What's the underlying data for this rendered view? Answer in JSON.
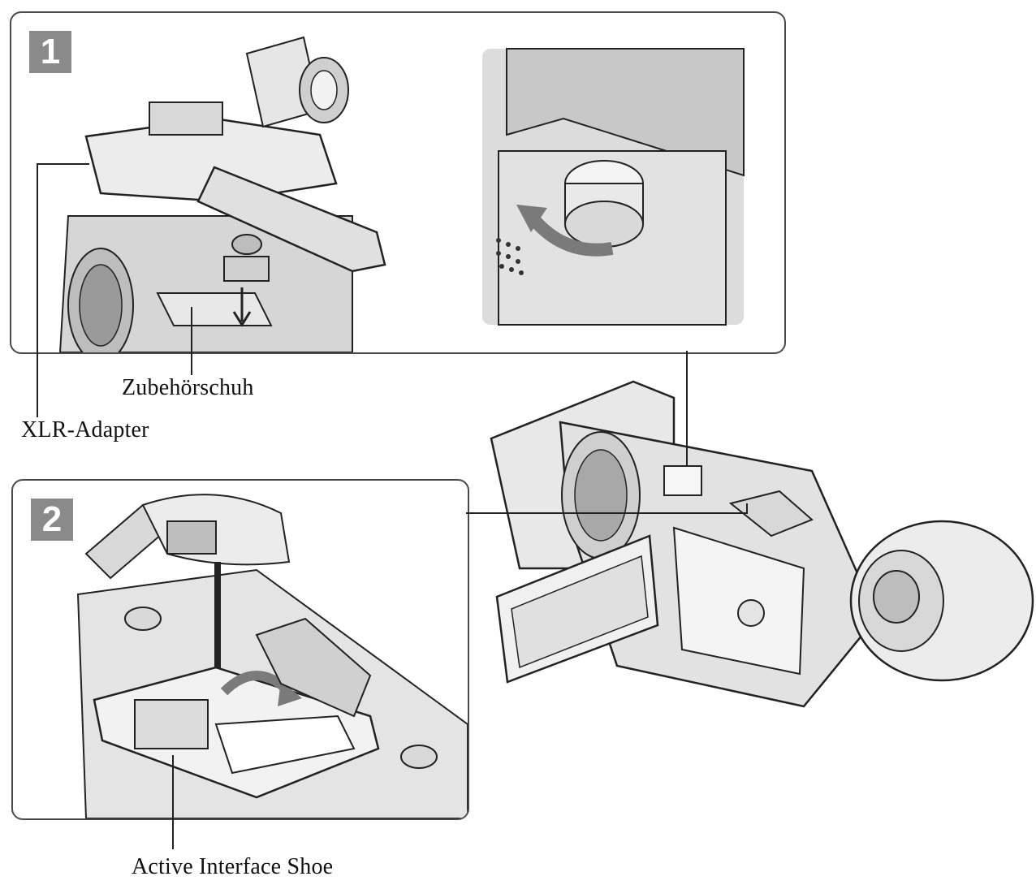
{
  "steps": [
    {
      "number": "1"
    },
    {
      "number": "2"
    }
  ],
  "labels": {
    "accessory_shoe": "Zubehörschuh",
    "xlr_adapter": "XLR-Adapter",
    "active_interface_shoe": "Active Interface Shoe"
  },
  "colors": {
    "line": "#222222",
    "body_fill": "#e4e4e4",
    "shade_fill": "#c8c8c8",
    "dark_fill": "#9a9a9a",
    "badge": "#8a8a8a",
    "photo_bg": "#dcdcdc"
  }
}
